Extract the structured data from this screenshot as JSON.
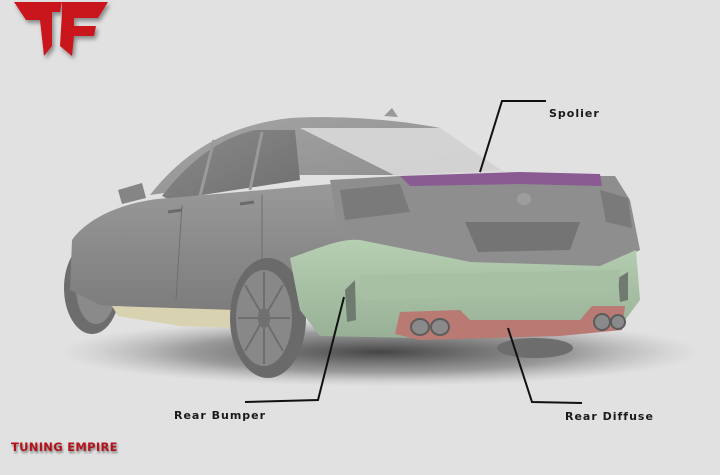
{
  "image": {
    "subject": "rear three-quarter view of grey sedan with body kit parts highlighted",
    "background_color": "#e1e1e1"
  },
  "callouts": [
    {
      "id": "spoiler",
      "label": "Spolier",
      "color": "#8a5a92",
      "part_color_name": "purple"
    },
    {
      "id": "rear-bumper",
      "label": "Rear Bumper",
      "color": "#a9c2a7",
      "part_color_name": "mint green"
    },
    {
      "id": "rear-diffuser",
      "label": "Rear Diffuse",
      "color": "#b87a73",
      "part_color_name": "salmon"
    }
  ],
  "side_skirt": {
    "color": "#d8d2b0"
  },
  "brand": {
    "logo_text": "TUNING EMPIRE",
    "logo_mark": "TE monogram",
    "color": "#c8141c"
  }
}
